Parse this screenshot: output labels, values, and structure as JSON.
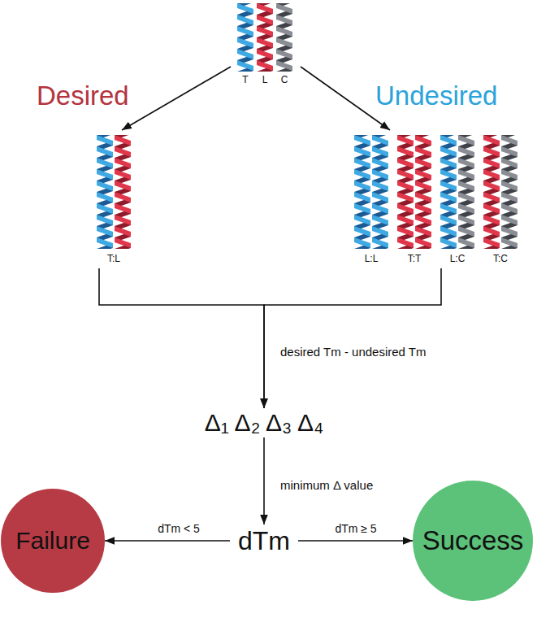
{
  "diagram": {
    "nodes": [
      {
        "text": [
          "T",
          "L",
          "C"
        ]
      },
      {
        "text": [
          "Desired",
          "T:L"
        ]
      },
      {
        "text": [
          "Undesired",
          "L:L",
          "T:T",
          "L:C",
          "T:C"
        ]
      },
      {
        "text": [
          "Δ₁ Δ₂ Δ₃ Δ₄"
        ]
      },
      {
        "text": [
          "dTm"
        ]
      },
      {
        "text": [
          "Failure"
        ]
      },
      {
        "text": [
          "Success"
        ]
      }
    ],
    "edges": [
      {
        "from": 0,
        "to": 1,
        "arrow": "to"
      },
      {
        "from": 0,
        "to": 2,
        "arrow": "to"
      },
      {
        "from": 1,
        "to": 3,
        "arrow": "to",
        "label": "desired Tm - undesired Tm"
      },
      {
        "from": 2,
        "to": 3,
        "arrow": "to"
      },
      {
        "from": 3,
        "to": 4,
        "arrow": "to",
        "label": "minimum Δ value"
      },
      {
        "from": 4,
        "to": 5,
        "arrow": "to",
        "label": "dTm < 5"
      },
      {
        "from": 4,
        "to": 6,
        "arrow": "to",
        "label": "dTm ≥ 5"
      }
    ]
  }
}
